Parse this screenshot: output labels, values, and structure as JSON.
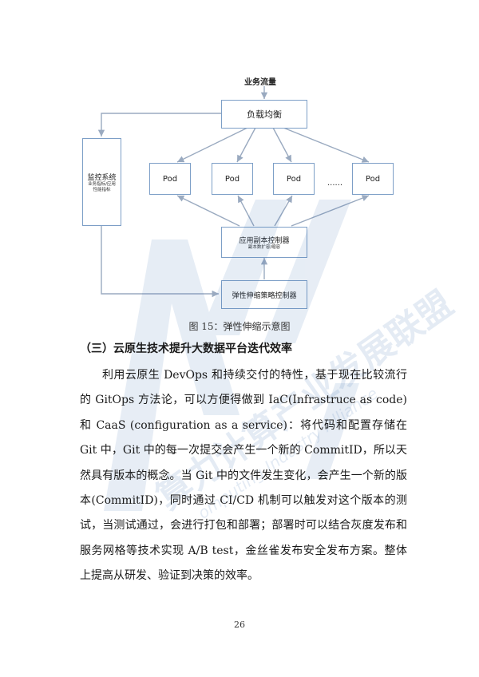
{
  "diagram": {
    "traffic_label": "业务流量",
    "load_balancer": "负载均衡",
    "monitor_title": "监控系统",
    "monitor_sub1": "业务指标/应用",
    "monitor_sub2": "性能指标",
    "pods": [
      "Pod",
      "Pod",
      "Pod",
      "Pod"
    ],
    "ellipsis": "......",
    "replica_controller": "应用副本控制器",
    "replica_sub": "副本数扩容/缩容",
    "autoscaler": "弹性伸缩策略控制器"
  },
  "caption": "图 15：弹性伸缩示意图",
  "heading": "（三）云原生技术提升大数据平台迭代效率",
  "paragraph": "利用云原生 DevOps 和持续交付的特性，基于现在比较流行的 GitOps 方法论，可以方便得做到 IaC(Infrastruce as code)和 CaaS (configuration as a service)：将代码和配置存储在 Git 中，Git 中的每一次提交会产生一个新的 CommitID，所以天然具有版本的概念。当 Git 中的文件发生变化，会产生一个新的版本(CommitID)，同时通过 CI/CD 机制可以触发对这个版本的测试，当测试通过，会进行打包和部署；部署时可以结合灰度发布和服务网格等技术实现 A/B test，金丝雀发布安全发布方案。整体上提高从研发、验证到决策的效率。",
  "page_number": "26",
  "watermark": {
    "text1": "算力计算产业发展联盟",
    "text2": "omputing Industry Alliance"
  },
  "colors": {
    "box_border": "#7d9fc7",
    "arrow": "#9aaac0",
    "watermark_blue": "#3a6fb0"
  }
}
